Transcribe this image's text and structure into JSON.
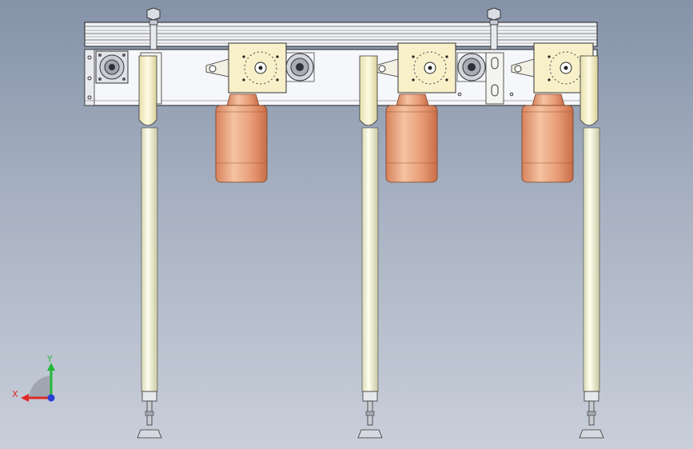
{
  "viewport": {
    "background_top": "#8592a8",
    "background_bottom": "#c9cfda"
  },
  "model": {
    "legs": 3,
    "drive_motors": 3,
    "leveling_bolts": 2,
    "frame_color": "#f4f6fa",
    "rail_color": "#f0f1f5",
    "motor_color": "#e7a27b",
    "gearbox_color": "#f6efc5",
    "leg_color": "#fbfbe6"
  },
  "triad": {
    "x_label": "X",
    "y_label": "Y",
    "x_color": "#e02828",
    "y_color": "#22b838",
    "z_color": "#2840d8"
  }
}
